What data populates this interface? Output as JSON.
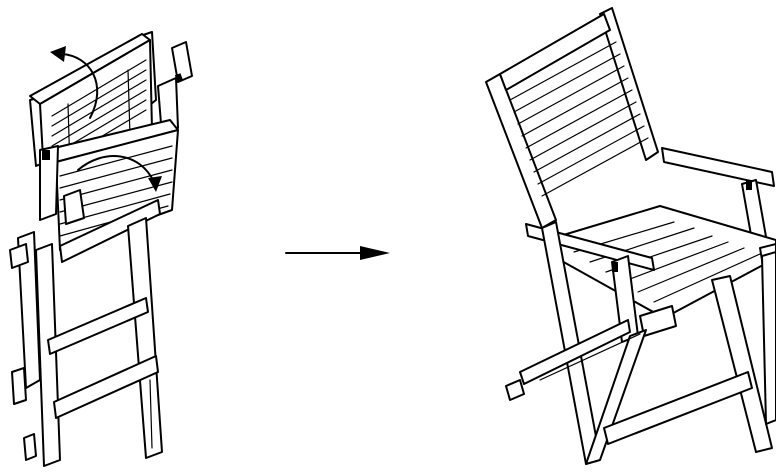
{
  "figure": {
    "type": "assembly-instruction",
    "steps": [
      {
        "state": "folded",
        "icons": [
          "rotate-arrow-backrest",
          "rotate-arrow-seat"
        ]
      },
      {
        "state": "unfolded"
      }
    ],
    "transition": "right-arrow",
    "colors": {
      "line": "#000000",
      "background": "#ffffff"
    }
  }
}
